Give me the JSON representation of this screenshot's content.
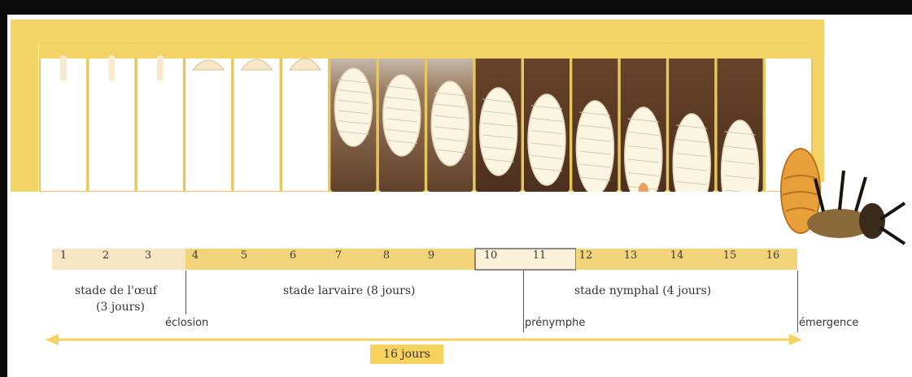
{
  "day_numbers": [
    "1",
    "2",
    "3",
    "4",
    "5",
    "6",
    "7",
    "8",
    "9",
    "10",
    "11",
    "12",
    "13",
    "14",
    "15",
    "16"
  ],
  "stages": {
    "egg_line1": "stade de l'œuf",
    "egg_line2": "(3 jours)",
    "larva": "stade larvaire (8 jours)",
    "nymph": "stade nymphal (4 jours)"
  },
  "events": {
    "hatching": "éclosion",
    "prepupa": "prénymphe",
    "emergence": "émergence"
  },
  "total_duration": "16 jours",
  "colors": {
    "comb_yellow": "#f4d466",
    "band_egg": "#f6e6c4",
    "band_larva": "#f3d47a",
    "cell_dark": "#5a3a24",
    "larva_white": "#fbf5e4",
    "arrow": "#f5d35e"
  }
}
